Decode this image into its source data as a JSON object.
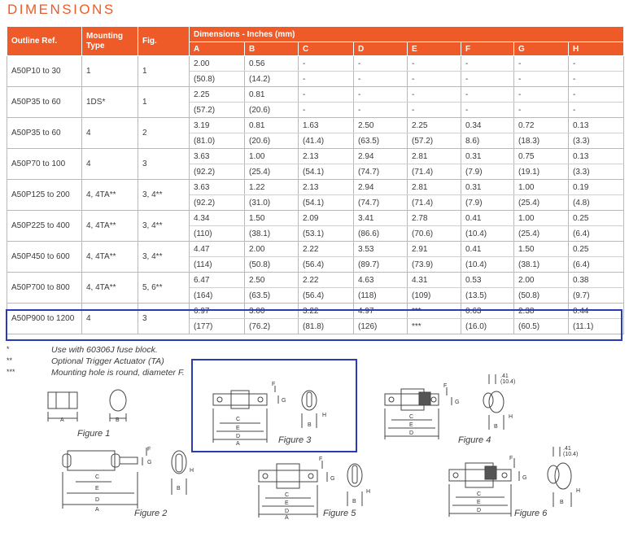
{
  "title": "DIMENSIONS",
  "headers": {
    "outline": "Outline Ref.",
    "mounting": "Mounting Type",
    "fig": "Fig.",
    "dims": "Dimensions - Inches (mm)",
    "cols": [
      "A",
      "B",
      "C",
      "D",
      "E",
      "F",
      "G",
      "H"
    ]
  },
  "rows": [
    {
      "ref": "A50P10 to 30",
      "mount": "1",
      "fig": "1",
      "inch": [
        "2.00",
        "0.56",
        "-",
        "-",
        "-",
        "-",
        "-",
        "-"
      ],
      "mm": [
        "(50.8)",
        "(14.2)",
        "-",
        "-",
        "-",
        "-",
        "-",
        "-"
      ]
    },
    {
      "ref": "A50P35 to 60",
      "mount": "1DS*",
      "fig": "1",
      "inch": [
        "2.25",
        "0.81",
        "-",
        "-",
        "-",
        "-",
        "-",
        "-"
      ],
      "mm": [
        "(57.2)",
        "(20.6)",
        "-",
        "-",
        "-",
        "-",
        "-",
        "-"
      ]
    },
    {
      "ref": "A50P35 to 60",
      "mount": "4",
      "fig": "2",
      "inch": [
        "3.19",
        "0.81",
        "1.63",
        "2.50",
        "2.25",
        "0.34",
        "0.72",
        "0.13"
      ],
      "mm": [
        "(81.0)",
        "(20.6)",
        "(41.4)",
        "(63.5)",
        "(57.2)",
        "8.6)",
        "(18.3)",
        "(3.3)"
      ]
    },
    {
      "ref": "A50P70 to 100",
      "mount": "4",
      "fig": "3",
      "inch": [
        "3.63",
        "1.00",
        "2.13",
        "2.94",
        "2.81",
        "0.31",
        "0.75",
        "0.13"
      ],
      "mm": [
        "(92.2)",
        "(25.4)",
        "(54.1)",
        "(74.7)",
        "(71.4)",
        "(7.9)",
        "(19.1)",
        "(3.3)"
      ]
    },
    {
      "ref": "A50P125 to 200",
      "mount": "4, 4TA**",
      "fig": "3, 4**",
      "inch": [
        "3.63",
        "1.22",
        "2.13",
        "2.94",
        "2.81",
        "0.31",
        "1.00",
        "0.19"
      ],
      "mm": [
        "(92.2)",
        "(31.0)",
        "(54.1)",
        "(74.7)",
        "(71.4)",
        "(7.9)",
        "(25.4)",
        "(4.8)"
      ]
    },
    {
      "ref": "A50P225 to 400",
      "mount": "4, 4TA**",
      "fig": "3, 4**",
      "inch": [
        "4.34",
        "1.50",
        "2.09",
        "3.41",
        "2.78",
        "0.41",
        "1.00",
        "0.25"
      ],
      "mm": [
        "(110)",
        "(38.1)",
        "(53.1)",
        "(86.6)",
        "(70.6)",
        "(10.4)",
        "(25.4)",
        "(6.4)"
      ]
    },
    {
      "ref": "A50P450 to 600",
      "mount": "4, 4TA**",
      "fig": "3, 4**",
      "inch": [
        "4.47",
        "2.00",
        "2.22",
        "3.53",
        "2.91",
        "0.41",
        "1.50",
        "0.25"
      ],
      "mm": [
        "(114)",
        "(50.8)",
        "(56.4)",
        "(89.7)",
        "(73.9)",
        "(10.4)",
        "(38.1)",
        "(6.4)"
      ]
    },
    {
      "ref": "A50P700 to 800",
      "mount": "4, 4TA**",
      "fig": "5, 6**",
      "inch": [
        "6.47",
        "2.50",
        "2.22",
        "4.63",
        "4.31",
        "0.53",
        "2.00",
        "0.38"
      ],
      "mm": [
        "(164)",
        "(63.5)",
        "(56.4)",
        "(118)",
        "(109)",
        "(13.5)",
        "(50.8)",
        "(9.7)"
      ]
    },
    {
      "ref": "A50P900 to 1200",
      "mount": "4",
      "fig": "3",
      "inch": [
        "6.97",
        "3.00",
        "3.22",
        "4.97",
        "***",
        "0.63",
        "2.38",
        "0.44"
      ],
      "mm": [
        "(177)",
        "(76.2)",
        "(81.8)",
        "(126)",
        "***",
        "(16.0)",
        "(60.5)",
        "(11.1)"
      ]
    }
  ],
  "notes": [
    {
      "mark": "*",
      "text": "Use with 60306J fuse block."
    },
    {
      "mark": "**",
      "text": "Optional Trigger Actuator (TA)"
    },
    {
      "mark": "***",
      "text": "Mounting hole is round, diameter F."
    }
  ],
  "figures": {
    "fig1": "Figure 1",
    "fig2": "Figure 2",
    "fig3": "Figure 3",
    "fig4": "Figure 4",
    "fig5": "Figure 5",
    "fig6": "Figure 6",
    "dim41": ".41",
    "dim104": "(10.4)"
  }
}
